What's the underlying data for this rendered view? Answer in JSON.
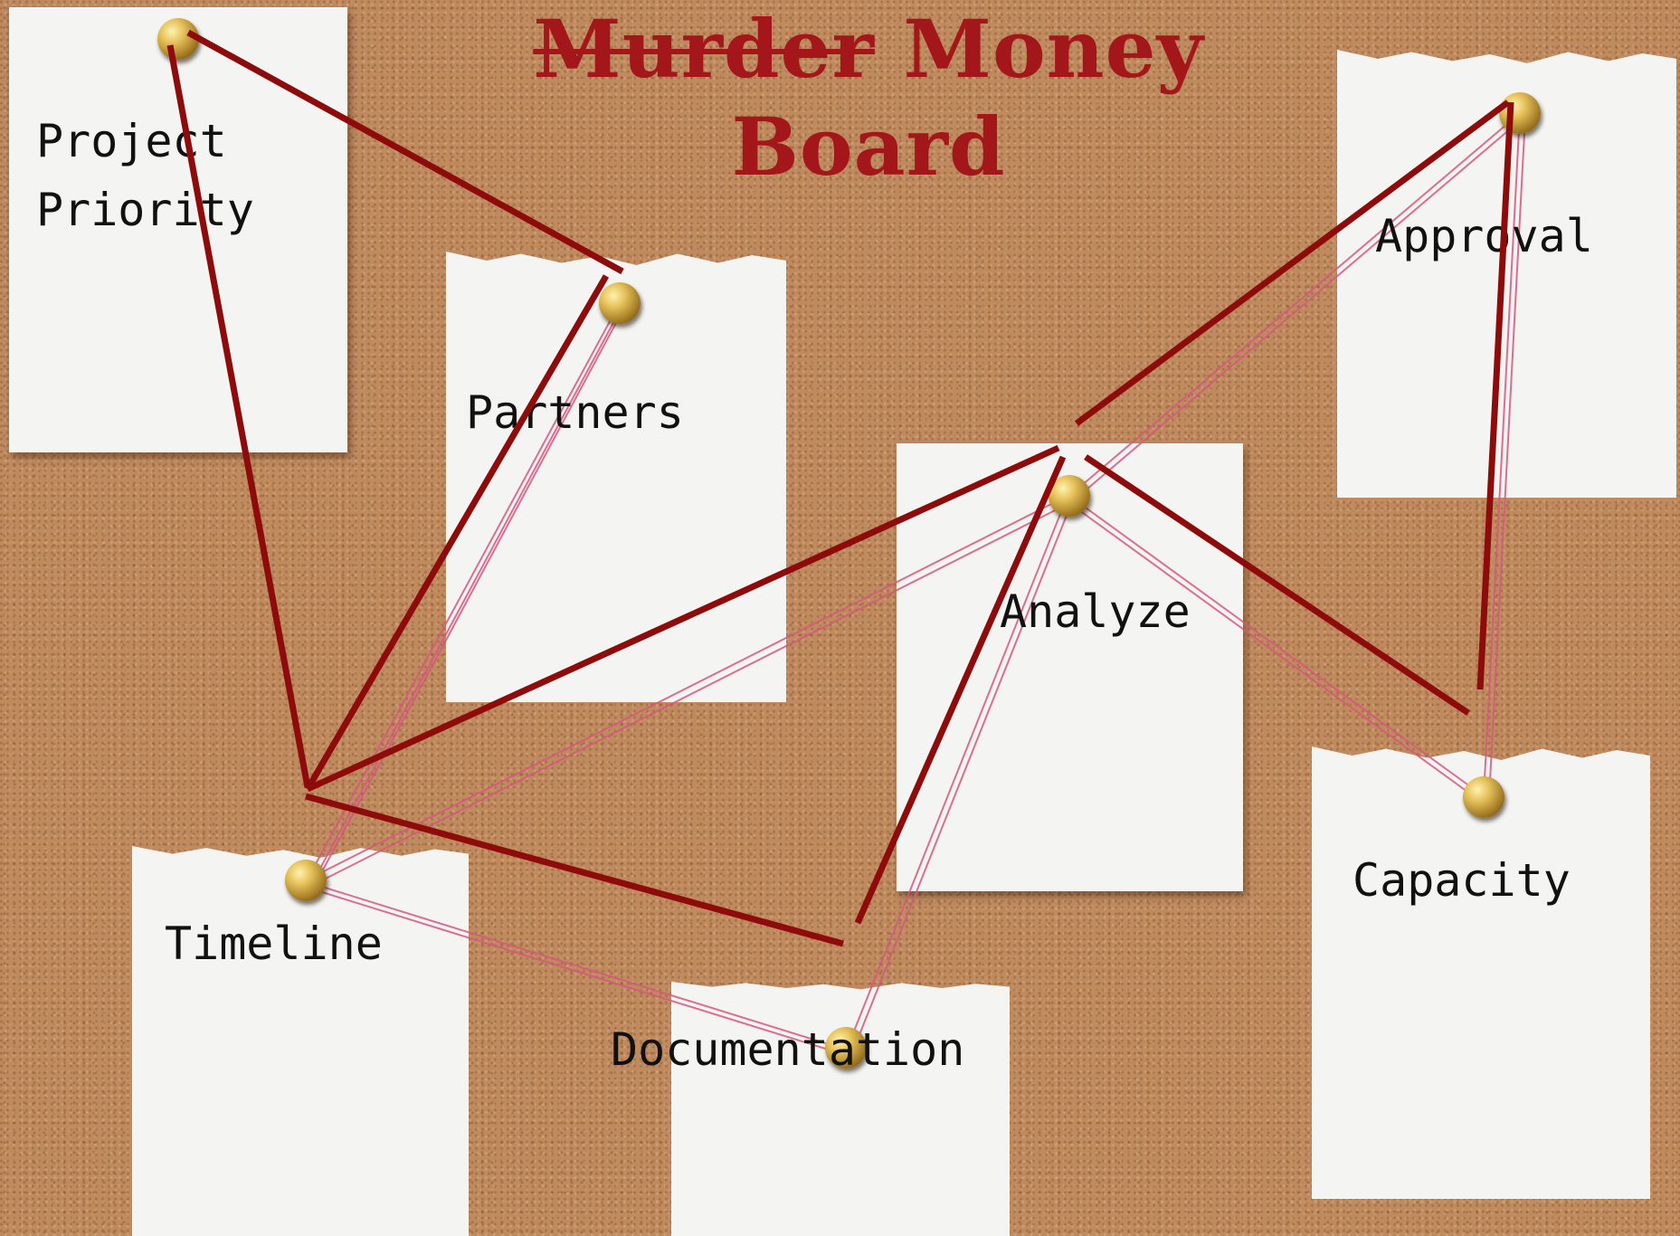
{
  "title": {
    "struck_word": "Murder",
    "word2": "Money",
    "line2": "Board"
  },
  "notes": {
    "project_priority": "Project\nPriority",
    "partners": "Partners",
    "approval": "Approval",
    "analyze": "Analyze",
    "capacity": "Capacity",
    "timeline": "Timeline",
    "documentation": "Documentation"
  },
  "colors": {
    "board": "#c08a5f",
    "note": "#f4f4f2",
    "title": "#a3161a",
    "red_line": "#8e0b0b",
    "yarn": "#d7577e"
  },
  "connections": [
    [
      "timeline",
      "partners"
    ],
    [
      "timeline",
      "analyze"
    ],
    [
      "timeline",
      "documentation"
    ],
    [
      "analyze",
      "documentation"
    ],
    [
      "analyze",
      "capacity"
    ],
    [
      "analyze",
      "approval"
    ],
    [
      "approval",
      "capacity"
    ]
  ]
}
